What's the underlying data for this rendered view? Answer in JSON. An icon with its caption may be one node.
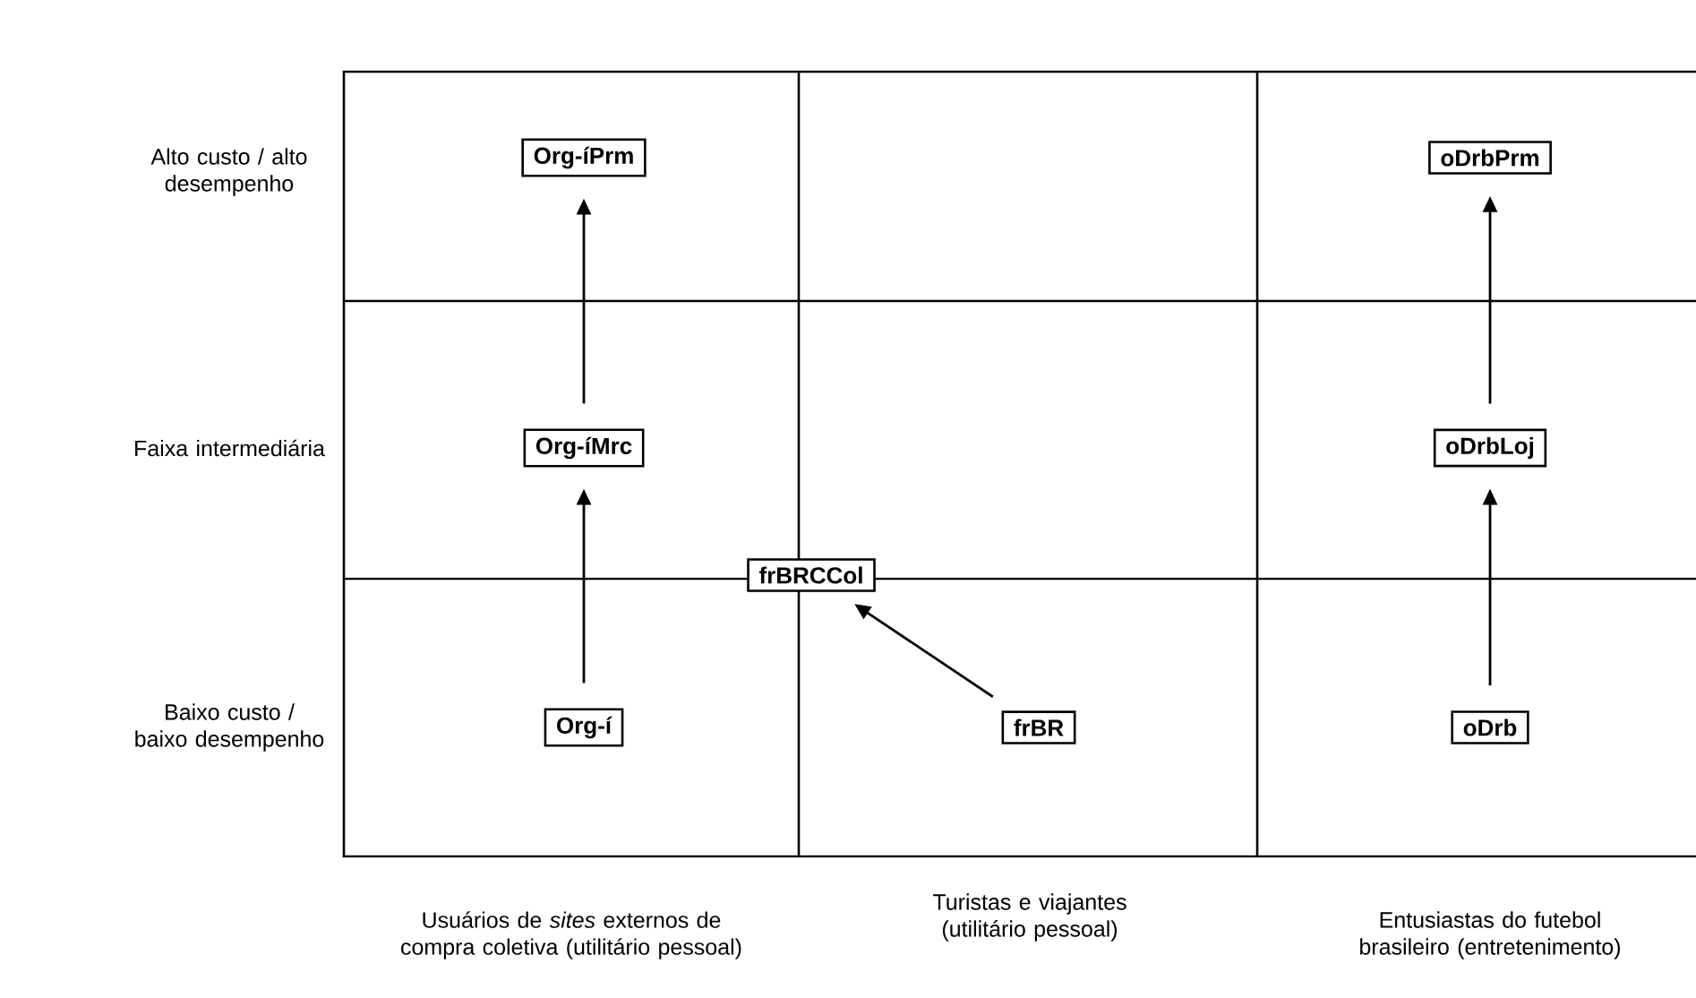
{
  "diagram": {
    "nodes": [
      {
        "text": [
          "Org-íPrm"
        ]
      },
      {
        "text": [
          "oDrbPrm"
        ]
      },
      {
        "text": [
          "Org-íMrc"
        ]
      },
      {
        "text": [
          "oDrbLoj"
        ]
      },
      {
        "text": [
          "frBRCCol"
        ]
      },
      {
        "text": [
          "Org-í"
        ]
      },
      {
        "text": [
          "frBR"
        ]
      },
      {
        "text": [
          "oDrb"
        ]
      }
    ],
    "edges": [
      {
        "from": 5,
        "to": 2,
        "arrow": "to"
      },
      {
        "from": 2,
        "to": 0,
        "arrow": "to"
      },
      {
        "from": 6,
        "to": 4,
        "arrow": "to"
      },
      {
        "from": 7,
        "to": 3,
        "arrow": "to"
      },
      {
        "from": 3,
        "to": 1,
        "arrow": "to"
      }
    ],
    "labels": [
      "Alto custo / alto desempenho",
      "Faixa intermediária",
      "Baixo custo / baixo desempenho",
      "Usuários de *sites* externos de compra coletiva (utilitário pessoal)",
      "Turistas e viajantes (utilitário pessoal)",
      "Entusiastas do futebol brasileiro (entretenimento)"
    ]
  }
}
